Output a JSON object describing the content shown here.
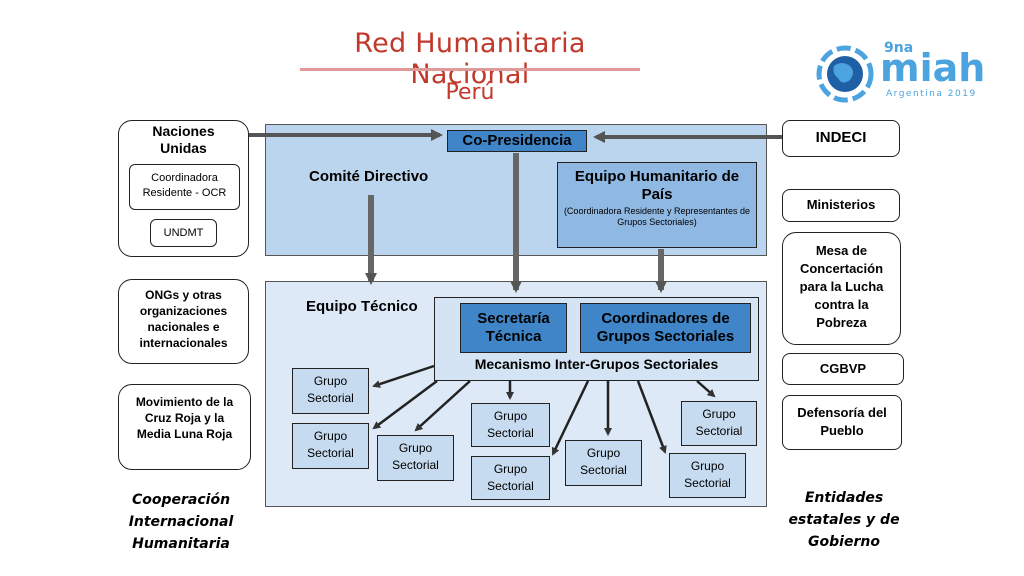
{
  "title": "Red Humanitaria Nacional",
  "subtitle": "Perú",
  "logo": {
    "sup": "9na",
    "main": "miah",
    "sub": "Argentina 2019"
  },
  "left": {
    "naciones_unidas": "Naciones Unidas",
    "coordinadora": "Coordinadora Residente - OCR",
    "undmt": "UNDMT",
    "ongs": "ONGs y otras organizaciones nacionales e internacionales",
    "cruz_roja": "Movimiento de la Cruz Roja y la Media Luna Roja",
    "footer": "Cooperación Internacional Humanitaria"
  },
  "right": {
    "indeci": "INDECI",
    "ministerios": "Ministerios",
    "mesa": "Mesa de Concertación para la Lucha contra la Pobreza",
    "cgbvp": "CGBVP",
    "defensoria": "Defensoría del Pueblo",
    "footer": "Entidades estatales y de Gobierno"
  },
  "center": {
    "copresidencia": "Co-Presidencia",
    "comite": "Comité Directivo",
    "ehp_title": "Equipo Humanitario de País",
    "ehp_sub": "(Coordinadora Residente y Representantes de Grupos Sectoriales)",
    "equipo_tecnico": "Equipo Técnico",
    "secretaria": "Secretaría Técnica",
    "coordinadores": "Coordinadores de Grupos Sectoriales",
    "mecanismo": "Mecanismo Inter-Grupos Sectoriales",
    "grupo": "Grupo Sectorial"
  },
  "colors": {
    "title": "#c0392b",
    "dark_blue": "#3f85c8",
    "mid_blue": "#8fb8e2",
    "light_blue": "#bcd5ee",
    "logo": "#4ba3df"
  }
}
